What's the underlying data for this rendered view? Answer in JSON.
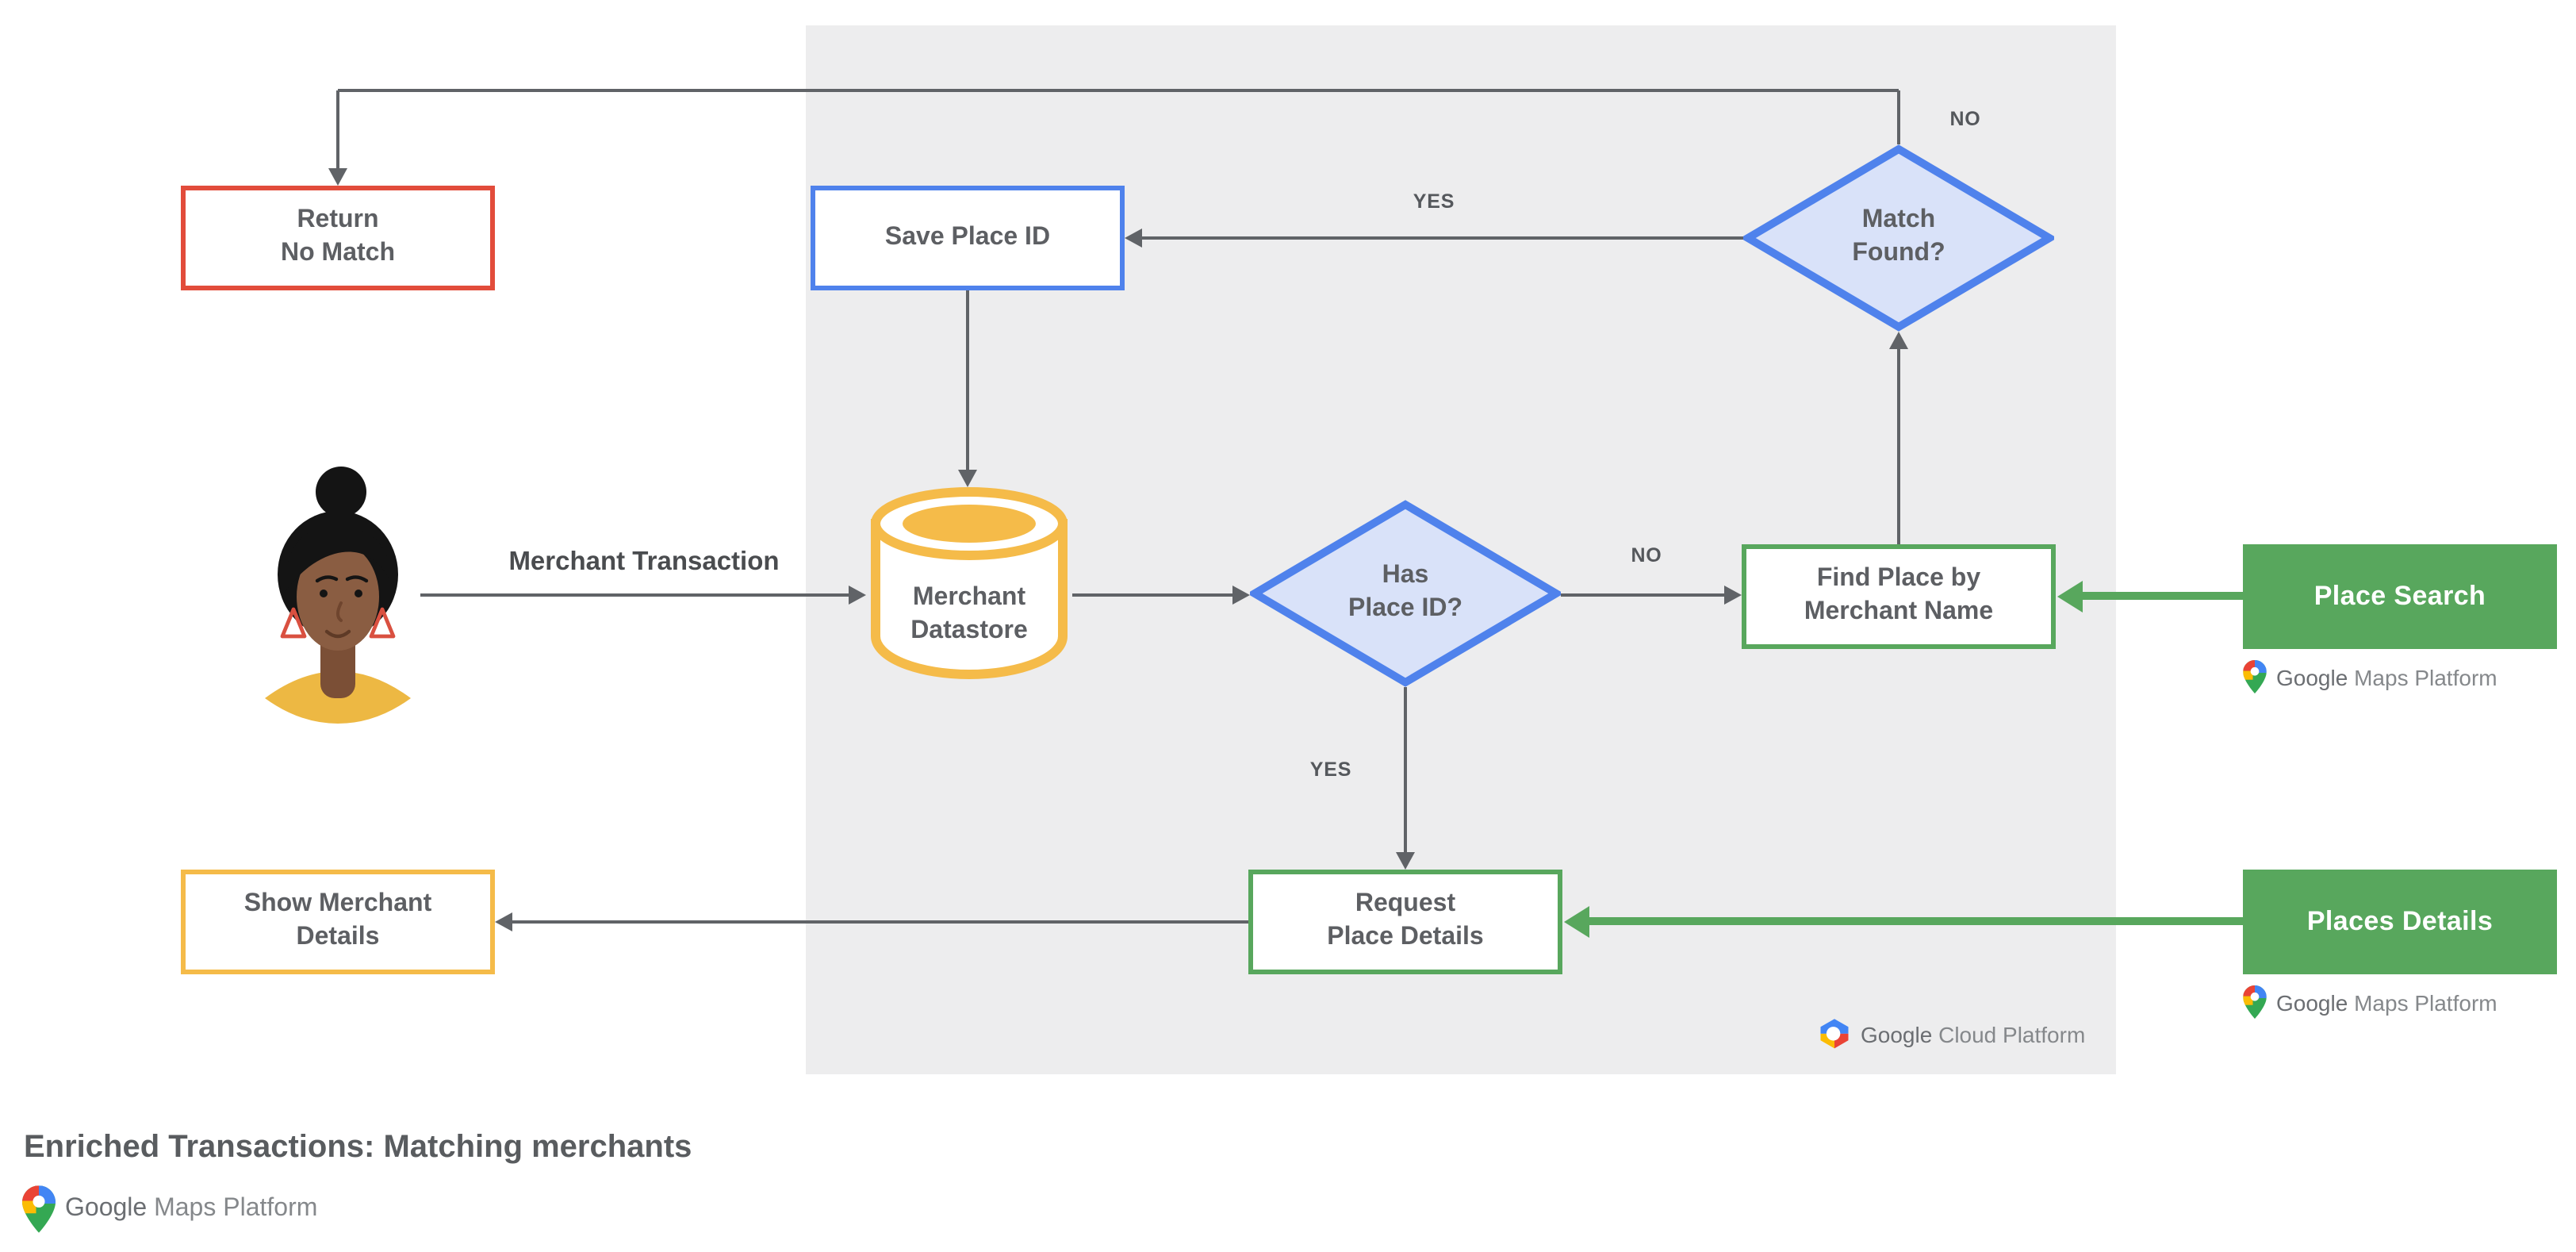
{
  "title": "Enriched Transactions: Matching merchants",
  "colors": {
    "red_border": "#E24C3B",
    "blue_border": "#4F82EC",
    "blue_fill": "#D9E2F9",
    "yellow_border": "#F5BB49",
    "green": "#58A75D",
    "panel_gray": "#EDEDEE",
    "line_gray": "#606367",
    "text_gray": "#5D5F63"
  },
  "actor": {
    "label": "Merchant Transaction"
  },
  "nodes": {
    "return_no_match": {
      "label": "Return\nNo Match"
    },
    "save_place_id": {
      "label": "Save Place ID"
    },
    "match_found": {
      "label": "Match\nFound?"
    },
    "merchant_datastore": {
      "label": "Merchant\nDatastore"
    },
    "has_place_id": {
      "label": "Has\nPlace ID?"
    },
    "find_place_by_merchant_name": {
      "label": "Find Place by\nMerchant Name"
    },
    "place_search": {
      "label": "Place Search"
    },
    "request_place_details": {
      "label": "Request\nPlace Details"
    },
    "places_details": {
      "label": "Places Details"
    },
    "show_merchant_details": {
      "label": "Show Merchant\nDetails"
    }
  },
  "edge_labels": {
    "match_found_no": "NO",
    "match_found_yes": "YES",
    "has_place_id_no": "NO",
    "has_place_id_yes": "YES"
  },
  "logos": {
    "google_cloud_platform": {
      "part1": "Google",
      "part2": "Cloud Platform"
    },
    "google_maps_platform": {
      "part1": "Google",
      "part2": "Maps Platform"
    }
  },
  "flow": {
    "edges": [
      {
        "from": "merchant_transaction_actor",
        "to": "merchant_datastore",
        "label": ""
      },
      {
        "from": "save_place_id",
        "to": "merchant_datastore",
        "label": ""
      },
      {
        "from": "merchant_datastore",
        "to": "has_place_id",
        "label": ""
      },
      {
        "from": "has_place_id",
        "to": "find_place_by_merchant_name",
        "label": "NO"
      },
      {
        "from": "has_place_id",
        "to": "request_place_details",
        "label": "YES"
      },
      {
        "from": "find_place_by_merchant_name",
        "to": "match_found",
        "label": ""
      },
      {
        "from": "match_found",
        "to": "save_place_id",
        "label": "YES"
      },
      {
        "from": "match_found",
        "to": "return_no_match",
        "label": "NO"
      },
      {
        "from": "request_place_details",
        "to": "show_merchant_details",
        "label": ""
      },
      {
        "from": "place_search",
        "to": "find_place_by_merchant_name",
        "label": ""
      },
      {
        "from": "places_details",
        "to": "request_place_details",
        "label": ""
      }
    ]
  }
}
